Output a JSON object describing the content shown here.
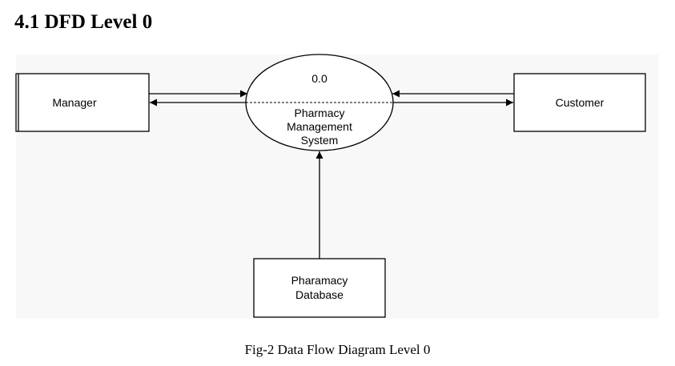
{
  "heading": "4.1 DFD Level 0",
  "diagram": {
    "process": {
      "number": "0.0",
      "name_lines": [
        "Pharmacy",
        "Management",
        "System"
      ]
    },
    "entities": {
      "manager": "Manager",
      "customer": "Customer",
      "database_lines": [
        "Pharamacy",
        "Database"
      ]
    }
  },
  "caption": "Fig-2 Data Flow Diagram Level 0"
}
